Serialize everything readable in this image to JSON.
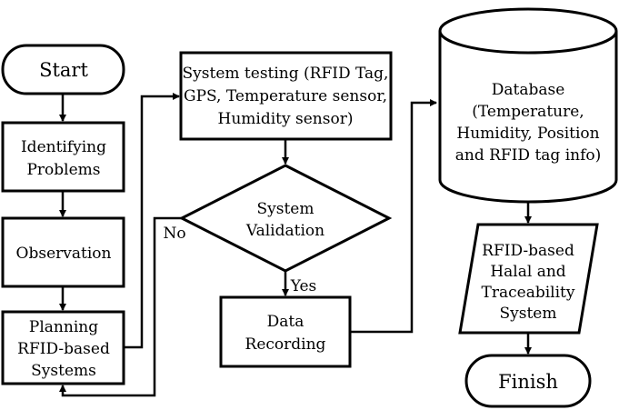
{
  "nodes": {
    "start": [
      "Start"
    ],
    "identifying": [
      "Identifying",
      "Problems"
    ],
    "observation": [
      "Observation"
    ],
    "planning": [
      "Planning",
      "RFID-based",
      "Systems"
    ],
    "system_testing": [
      "System testing (RFID Tag,",
      "GPS, Temperature sensor,",
      "Humidity sensor)"
    ],
    "validation": [
      "System",
      "Validation"
    ],
    "data_recording": [
      "Data",
      "Recording"
    ],
    "database": [
      "Database",
      "(Temperature,",
      "Humidity, Position",
      "and RFID tag info)"
    ],
    "halal_system": [
      "RFID-based",
      "Halal and",
      "Traceability",
      "System"
    ],
    "finish": [
      "Finish"
    ]
  },
  "edge_labels": {
    "no": "No",
    "yes": "Yes"
  }
}
